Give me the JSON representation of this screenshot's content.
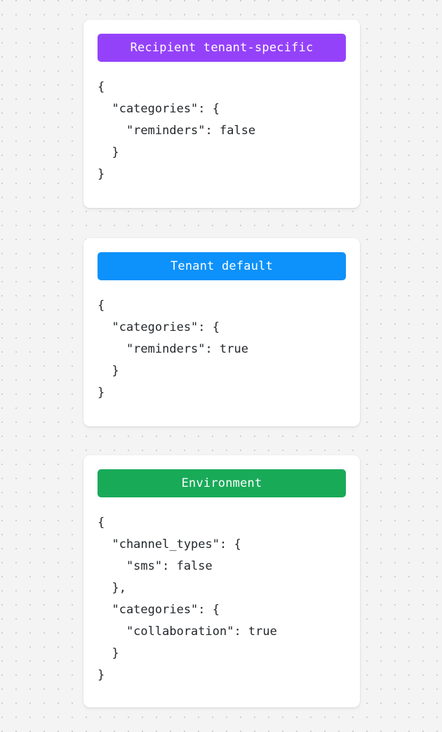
{
  "page": {
    "background_color": "#f4f4f4",
    "dot_color": "#d0d0d0",
    "card_background": "#ffffff"
  },
  "cards": [
    {
      "badge_label": "Recipient tenant-specific",
      "badge_color": "#9442fa",
      "code": "{\n  \"categories\": {\n    \"reminders\": false\n  }\n}"
    },
    {
      "badge_label": "Tenant default",
      "badge_color": "#0d91fa",
      "code": "{\n  \"categories\": {\n    \"reminders\": true\n  }\n}"
    },
    {
      "badge_label": "Environment",
      "badge_color": "#19aa58",
      "code": "{\n  \"channel_types\": {\n    \"sms\": false\n  },\n  \"categories\": {\n    \"collaboration\": true\n  }\n}"
    }
  ]
}
